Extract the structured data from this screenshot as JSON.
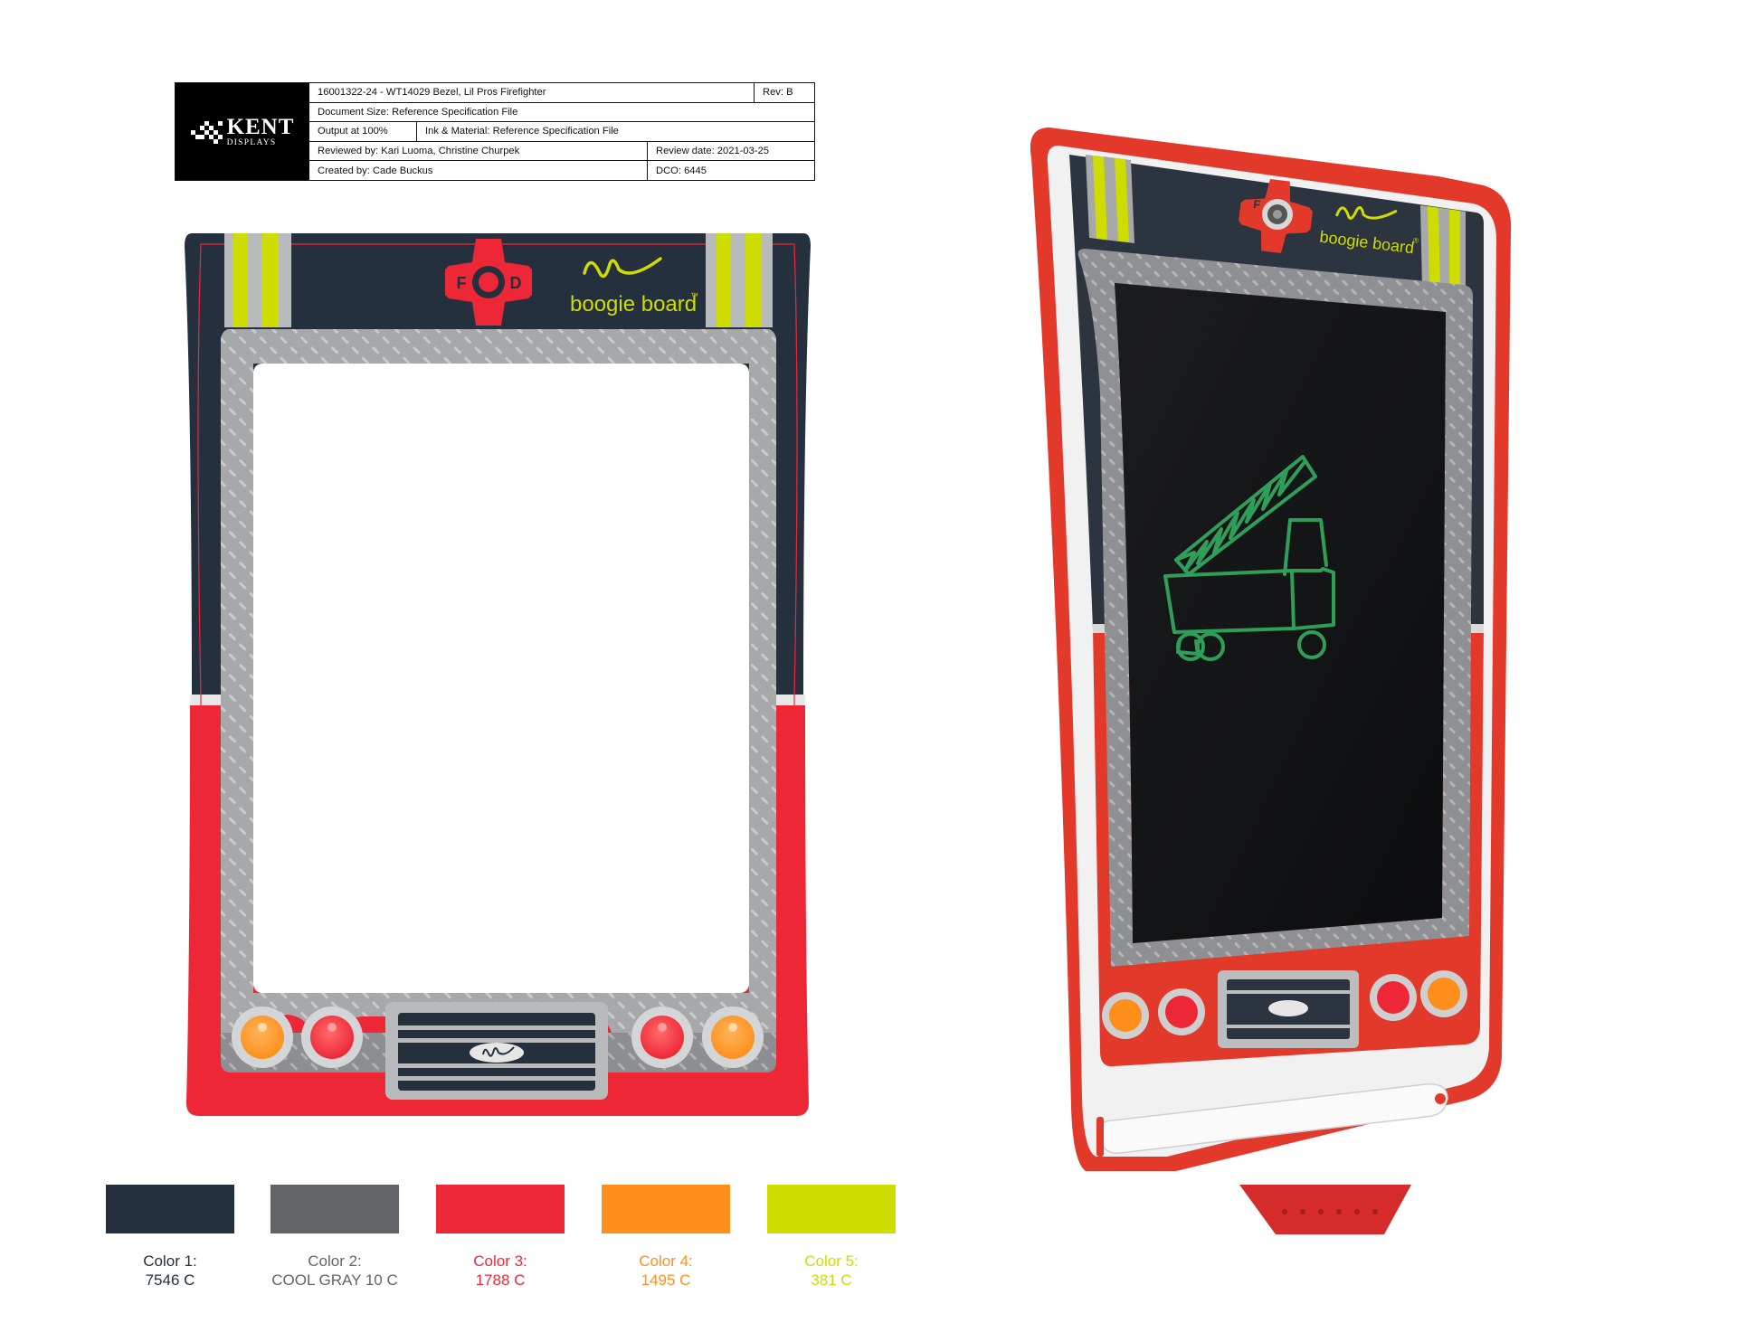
{
  "title_block": {
    "logo": {
      "line1": "KENT",
      "line2": "DISPLAYS"
    },
    "part_title": "16001322-24 - WT14029 Bezel, Lil Pros Firefighter",
    "rev": "Rev: B",
    "document_size": "Document Size: Reference Specification File",
    "output": "Output at 100%",
    "ink_material": "Ink & Material: Reference Specification File",
    "reviewed_by": "Reviewed by: Kari Luoma, Christine Churpek",
    "review_date": "Review date: 2021-03-25",
    "created_by": "Created by: Cade Buckus",
    "dco": "DCO: 6445"
  },
  "artwork": {
    "brand": "boogie board",
    "trademark": "™",
    "registered": "®",
    "emblem_letters": [
      "F",
      "D"
    ]
  },
  "colors": {
    "navy": "#25303e",
    "gray": "#636467",
    "red": "#ee2737",
    "orange": "#ff8f1c",
    "yellow": "#cedc00",
    "silver": "#b9babc",
    "screen": "#121314",
    "drawing": "#2f9e59"
  },
  "swatches": [
    {
      "name": "Color 1:",
      "code": "7546 C",
      "color": "#25303e",
      "text_color": "#25303e"
    },
    {
      "name": "Color 2:",
      "code": "COOL GRAY 10 C",
      "color": "#636467",
      "text_color": "#636467"
    },
    {
      "name": "Color 3:",
      "code": "1788 C",
      "color": "#ee2737",
      "text_color": "#ee2737"
    },
    {
      "name": "Color 4:",
      "code": "1495 C",
      "color": "#ff8f1c",
      "text_color": "#ff8f1c"
    },
    {
      "name": "Color 5:",
      "code": "381 C",
      "color": "#cedc00",
      "text_color": "#cedc00"
    }
  ]
}
